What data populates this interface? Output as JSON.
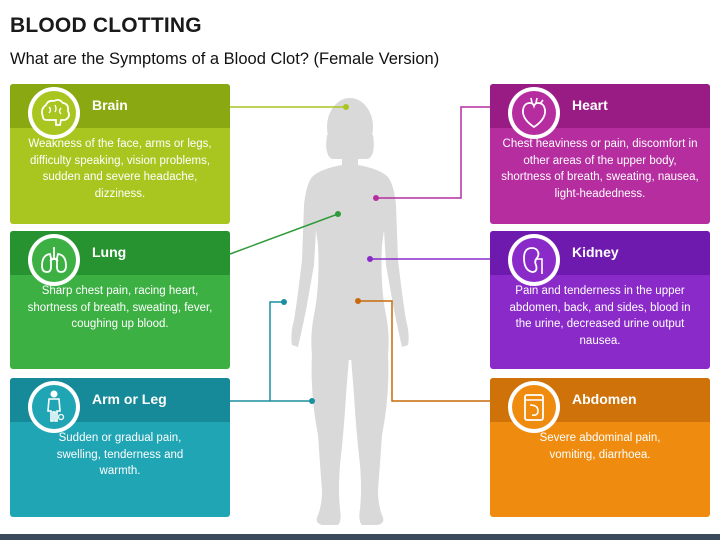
{
  "header": {
    "title": "BLOOD CLOTTING",
    "subtitle": "What are the Symptoms of a Blood Clot? (Female Version)"
  },
  "cards": {
    "brain": {
      "label": "Brain",
      "text": "Weakness of the face, arms or legs, difficulty speaking, vision problems, sudden and severe headache, dizziness.",
      "icon": "brain-icon",
      "color": "#a9c620",
      "head_color": "#8aa812",
      "icon_color": "#a9c620"
    },
    "lung": {
      "label": "Lung",
      "text": "Sharp chest pain, racing heart, shortness of breath, sweating, fever, coughing up blood.",
      "icon": "lungs-icon",
      "color": "#3cb043",
      "head_color": "#279330",
      "icon_color": "#3cb043"
    },
    "arm_leg": {
      "label": "Arm or Leg",
      "text": "Sudden or gradual pain, swelling, tenderness and warmth.",
      "icon": "person-icon",
      "color": "#20a5b5",
      "head_color": "#168a98",
      "icon_color": "#20a5b5"
    },
    "heart": {
      "label": "Heart",
      "text": "Chest heaviness or pain, discomfort in other areas of the upper body, shortness of breath, sweating, nausea, light-headedness.",
      "icon": "heart-icon",
      "color": "#b62da0",
      "head_color": "#981c84",
      "icon_color": "#b62da0"
    },
    "kidney": {
      "label": "Kidney",
      "text": "Pain and tenderness in the upper abdomen, back, and sides, blood in the urine, decreased urine output nausea.",
      "icon": "kidney-icon",
      "color": "#8a2bc9",
      "head_color": "#6f1aae",
      "icon_color": "#8a2bc9"
    },
    "abdomen": {
      "label": "Abdomen",
      "text": "Severe abdominal pain, vomiting, diarrhoea.",
      "icon": "stomach-icon",
      "color": "#ef8c10",
      "head_color": "#d0720a",
      "icon_color": "#ef8c10"
    }
  },
  "figure": {
    "silhouette_color": "#d9d9d9"
  }
}
